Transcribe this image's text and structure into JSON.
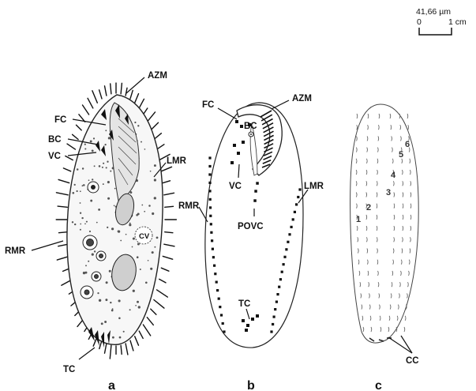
{
  "scale_bar": {
    "micron_label": "41,66 µm",
    "zero_label": "0",
    "cm_label": "1 cm"
  },
  "panels": {
    "a": {
      "letter": "a",
      "labels": {
        "azm": "AZM",
        "fc": "FC",
        "bc": "BC",
        "vc": "VC",
        "lmr": "LMR",
        "rmr": "RMR",
        "cv": "CV",
        "tc": "TC"
      }
    },
    "b": {
      "letter": "b",
      "labels": {
        "fc": "FC",
        "azm": "AZM",
        "bc": "BC",
        "vc": "VC",
        "lmr": "LMR",
        "rmr": "RMR",
        "povc": "POVC",
        "tc": "TC"
      }
    },
    "c": {
      "letter": "c",
      "row_numbers": [
        "1",
        "2",
        "3",
        "4",
        "5",
        "6"
      ],
      "labels": {
        "cc": "CC"
      }
    }
  }
}
